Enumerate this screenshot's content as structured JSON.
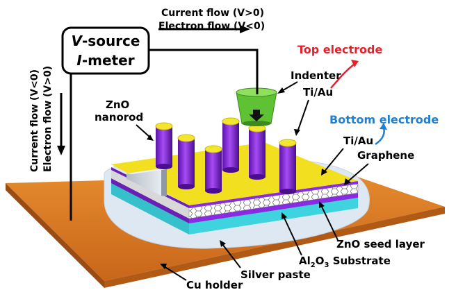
{
  "meter": {
    "line1_italic": "V",
    "line1_rest": "-source",
    "line2_italic": "I",
    "line2_rest": "-meter"
  },
  "flow_top": {
    "current": "Current flow (V>0)",
    "electron": "Electron flow (V<0)"
  },
  "flow_left": {
    "current": "Current flow (V<0)",
    "electron": "Electron flow (V>0)"
  },
  "labels": {
    "top_electrode": "Top electrode",
    "bottom_electrode": "Bottom electrode",
    "indenter": "Indenter",
    "ti_au_top": "Ti/Au",
    "ti_au_bottom": "Ti/Au",
    "graphene": "Graphene",
    "zno_nanorod_1": "ZnO",
    "zno_nanorod_2": "nanorod",
    "zno_seed_layer": "ZnO seed layer",
    "al2o3_prefix": "Al",
    "al2o3_sub1": "2",
    "al2o3_mid": "O",
    "al2o3_sub2": "3",
    "al2o3_suffix": " Substrate",
    "silver_paste": "Silver paste",
    "cu_holder": "Cu holder"
  },
  "colors": {
    "top_electrode": "#e8202a",
    "bottom_electrode": "#1f7fd0",
    "cu_holder": "#d9781e",
    "silver_paste": "#dde8f2",
    "ti_au_layer": "#f2e020",
    "nanorod": "#8a2be2",
    "graphene": "#ffffff",
    "seed_layer": "#8a2be2",
    "substrate": "#3fd3e0",
    "indenter": "#5ec234"
  }
}
